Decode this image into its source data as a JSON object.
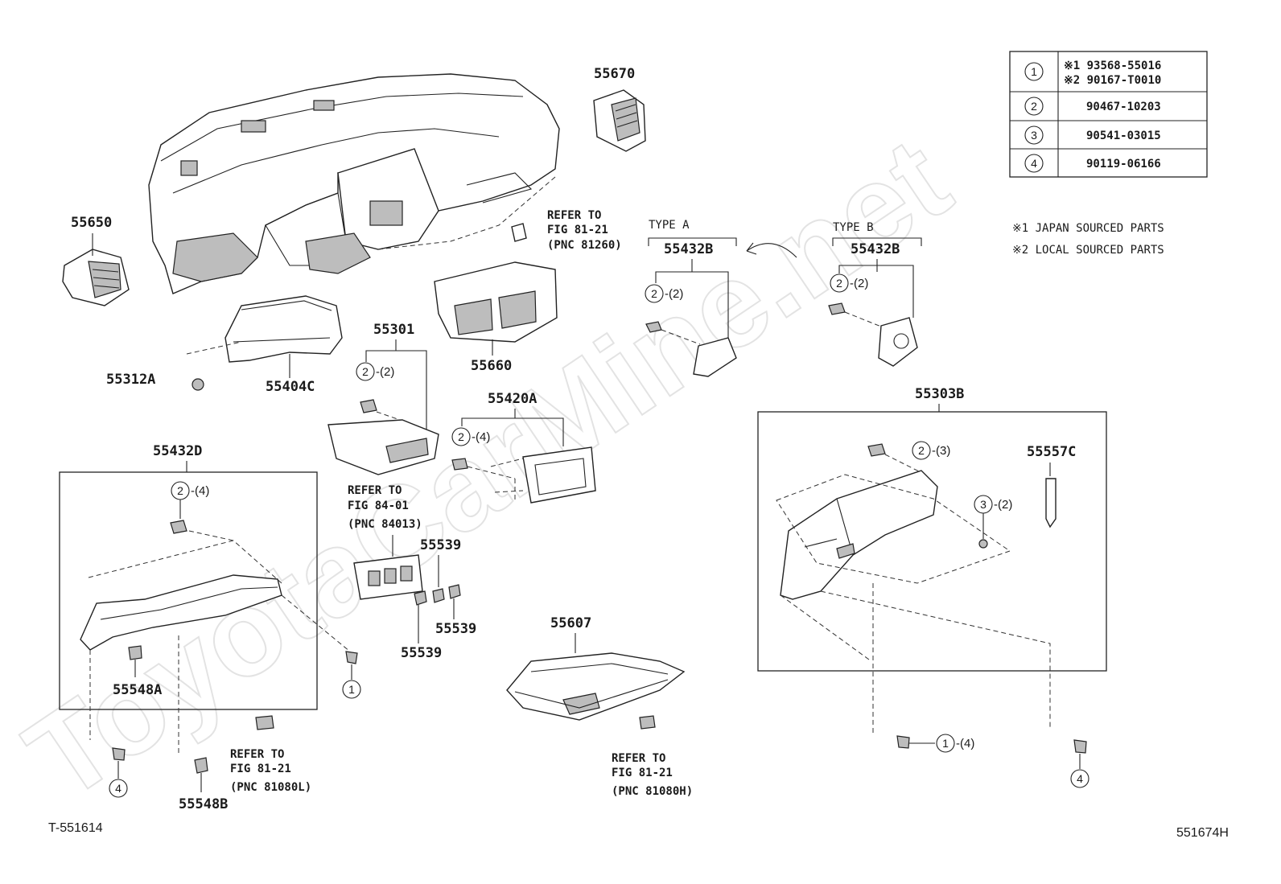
{
  "watermark": "ToyotaCarMine.net",
  "legend_table": {
    "rows": [
      {
        "key": "1",
        "lines": [
          "※1 93568-55016",
          "※2 90167-T0010"
        ]
      },
      {
        "key": "2",
        "lines": [
          "90467-10203"
        ]
      },
      {
        "key": "3",
        "lines": [
          "90541-03015"
        ]
      },
      {
        "key": "4",
        "lines": [
          "90119-06166"
        ]
      }
    ]
  },
  "notes": [
    "※1 JAPAN SOURCED PARTS",
    "※2 LOCAL SOURCED PARTS"
  ],
  "parts": {
    "p55670": "55670",
    "p55650": "55650",
    "p55312A": "55312A",
    "p55404C": "55404C",
    "p55301": "55301",
    "p55660": "55660",
    "p55420A": "55420A",
    "p55432D": "55432D",
    "p55548A": "55548A",
    "p55548B": "55548B",
    "p55539a": "55539",
    "p55539b": "55539",
    "p55539c": "55539",
    "p55607": "55607",
    "p55303B": "55303B",
    "p55557C": "55557C",
    "p55432B_a": "55432B",
    "p55432B_b": "55432B"
  },
  "types": {
    "a": "TYPE A",
    "b": "TYPE B"
  },
  "refs": {
    "r81260": [
      "REFER TO",
      "FIG 81-21",
      "(PNC 81260)"
    ],
    "r84013": [
      "REFER TO",
      "FIG 84-01",
      "(PNC 84013)"
    ],
    "r81080L": [
      "REFER TO",
      "FIG 81-21",
      "(PNC 81080L)"
    ],
    "r81080H": [
      "REFER TO",
      "FIG 81-21",
      "(PNC 81080H)"
    ]
  },
  "callouts": {
    "c_typeA": {
      "num": "2",
      "qty": "-(2)"
    },
    "c_typeB": {
      "num": "2",
      "qty": "-(2)"
    },
    "c_55301": {
      "num": "2",
      "qty": "-(2)"
    },
    "c_55420A": {
      "num": "2",
      "qty": "-(4)"
    },
    "c_55432D": {
      "num": "2",
      "qty": "-(4)"
    },
    "c_55303B_2": {
      "num": "2",
      "qty": "-(3)"
    },
    "c_55303B_3": {
      "num": "3",
      "qty": "-(2)"
    },
    "c_bottom_1": {
      "num": "1",
      "qty": "-(4)"
    },
    "c_bolt1": {
      "num": "1",
      "qty": ""
    },
    "c_bolt4a": {
      "num": "4",
      "qty": ""
    },
    "c_bolt4b": {
      "num": "4",
      "qty": ""
    }
  },
  "footer": {
    "left": "T-551614",
    "right": "551674H"
  }
}
